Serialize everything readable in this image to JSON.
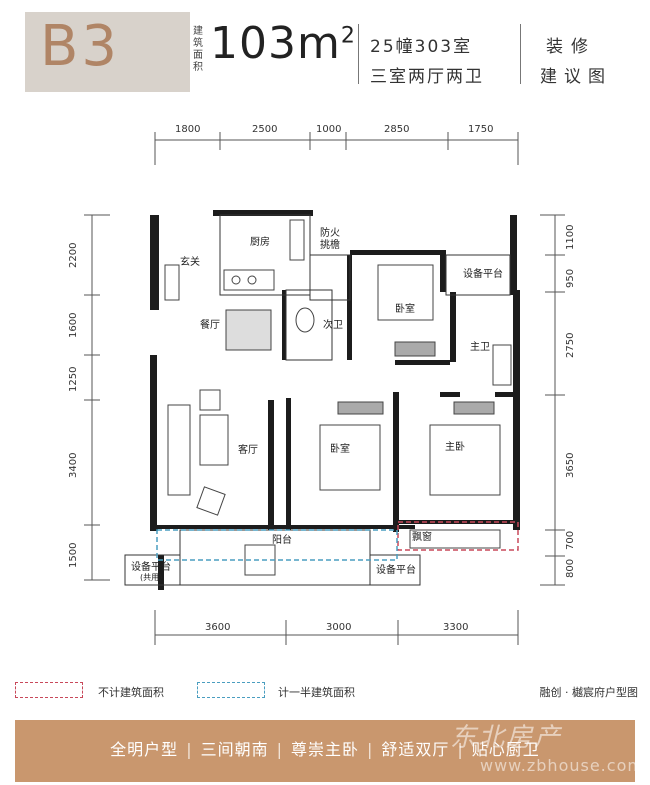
{
  "header": {
    "code": "B3",
    "area_label": "建筑面积",
    "area_value": "103m",
    "area_unit_sup": "2",
    "building": "25幢303室",
    "rooms": "三室两厅两卫",
    "decor_line1": "装修",
    "decor_line2": "建议图",
    "code_bg_color": "#d8d2cb",
    "code_color": "#b08566"
  },
  "plan": {
    "top_dims": [
      "1800",
      "2500",
      "1000",
      "2850",
      "1750"
    ],
    "bottom_dims": [
      "3600",
      "3000",
      "3300"
    ],
    "left_dims": [
      "2200",
      "1600",
      "1250",
      "3400",
      "1500"
    ],
    "right_dims": [
      "1100",
      "950",
      "2750",
      "3650",
      "700",
      "800"
    ],
    "rooms": {
      "entrance": "玄关",
      "kitchen": "厨房",
      "fire_escape_1": "防火",
      "fire_escape_2": "挑檐",
      "equip_platform_top": "设备平台",
      "dining": "餐厅",
      "second_bath": "次卫",
      "bedroom_north": "卧室",
      "master_bath": "主卫",
      "living": "客厅",
      "bedroom_south": "卧室",
      "master_bedroom": "主卧",
      "bay_window": "飘窗",
      "balcony": "阳台",
      "equip_platform_bl": "设备平台",
      "equip_platform_bl_note": "(共用)",
      "equip_platform_br": "设备平台"
    }
  },
  "legend": {
    "not_counted": "不计建筑面积",
    "half_counted": "计一半建筑面积",
    "caption": "融创 · 樾宸府户型图",
    "red_color": "#c8485a",
    "blue_color": "#4a9ec0"
  },
  "footer": {
    "items": [
      "全明户型",
      "三间朝南",
      "尊崇主卧",
      "舒适双厅",
      "贴心厨卫"
    ],
    "separator": "|",
    "bg_color": "#c9976e"
  },
  "watermark": {
    "brand": "东北房产",
    "url": "www.zbhouse.com"
  }
}
